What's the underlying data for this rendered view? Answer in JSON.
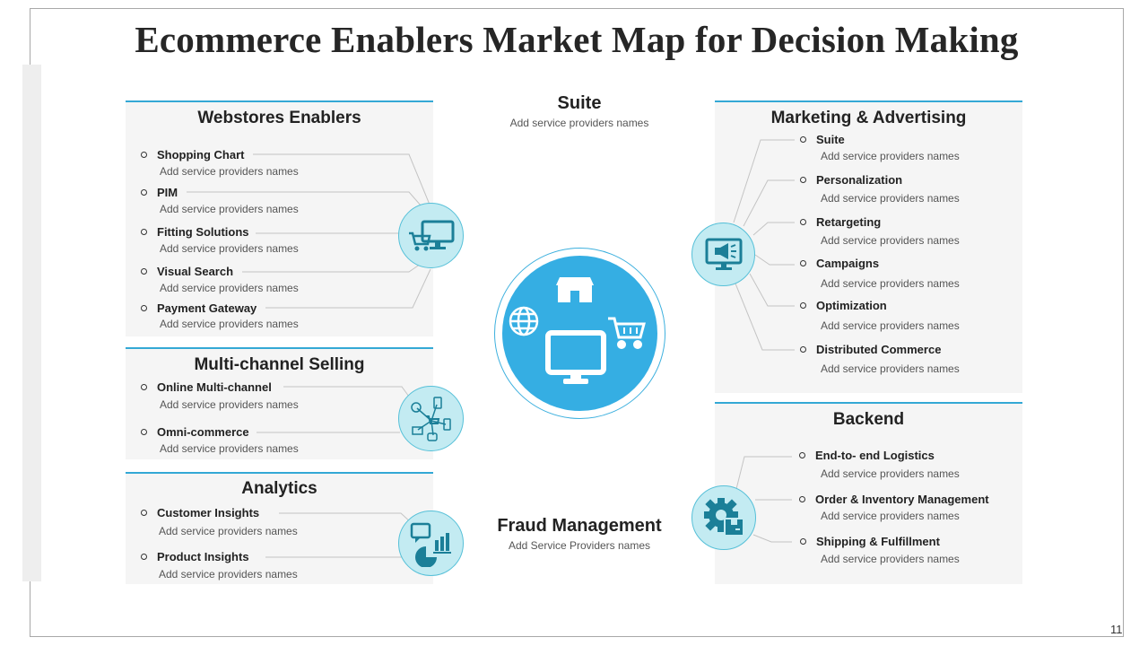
{
  "title": "Ecommerce Enablers Market Map for Decision Making",
  "page_number": "11",
  "colors": {
    "accent": "#34a8d5",
    "center_fill": "#35aee3",
    "icon_fill": "#c3ebf2",
    "panel_bg": "#f5f5f5"
  },
  "webstores": {
    "heading": "Webstores Enablers",
    "icon": "monitor-cart-icon",
    "items": [
      {
        "label": "Shopping Chart",
        "sub": "Add service providers names"
      },
      {
        "label": "PIM",
        "sub": "Add service providers names"
      },
      {
        "label": "Fitting Solutions",
        "sub": "Add service providers names"
      },
      {
        "label": "Visual Search",
        "sub": "Add service providers names"
      },
      {
        "label": "Payment Gateway",
        "sub": "Add service providers names"
      }
    ]
  },
  "multichannel": {
    "heading": "Multi-channel Selling",
    "icon": "omnichannel-network-icon",
    "items": [
      {
        "label": "Online Multi-channel",
        "sub": "Add service providers names"
      },
      {
        "label": "Omni-commerce",
        "sub": "Add service providers names"
      }
    ]
  },
  "analytics": {
    "heading": "Analytics",
    "icon": "analytics-chart-icon",
    "items": [
      {
        "label": "Customer Insights",
        "sub": "Add service providers names"
      },
      {
        "label": "Product Insights",
        "sub": "Add service providers names"
      }
    ]
  },
  "suite": {
    "heading": "Suite",
    "sub": "Add service providers  names"
  },
  "fraud": {
    "heading": "Fraud Management",
    "sub": "Add Service Providers  names"
  },
  "center": {
    "icons": [
      "store-icon",
      "globe-icon",
      "cart-icon",
      "computer-icon"
    ]
  },
  "marketing": {
    "heading": "Marketing & Advertising",
    "icon": "monitor-megaphone-icon",
    "items": [
      {
        "label": "Suite",
        "sub": "Add service providers names"
      },
      {
        "label": "Personalization",
        "sub": "Add service providers names"
      },
      {
        "label": "Retargeting",
        "sub": "Add service providers names"
      },
      {
        "label": "Campaigns",
        "sub": "Add service providers names"
      },
      {
        "label": "Optimization",
        "sub": "Add service providers names"
      },
      {
        "label": "Distributed  Commerce",
        "sub": "Add service providers names"
      }
    ]
  },
  "backend": {
    "heading": "Backend",
    "icon": "gear-box-icon",
    "items": [
      {
        "label": "End-to- end Logistics",
        "sub": "Add service providers names"
      },
      {
        "label": "Order & Inventory Management",
        "sub": "Add service providers names"
      },
      {
        "label": "Shipping & Fulfillment",
        "sub": "Add service providers names"
      }
    ]
  }
}
